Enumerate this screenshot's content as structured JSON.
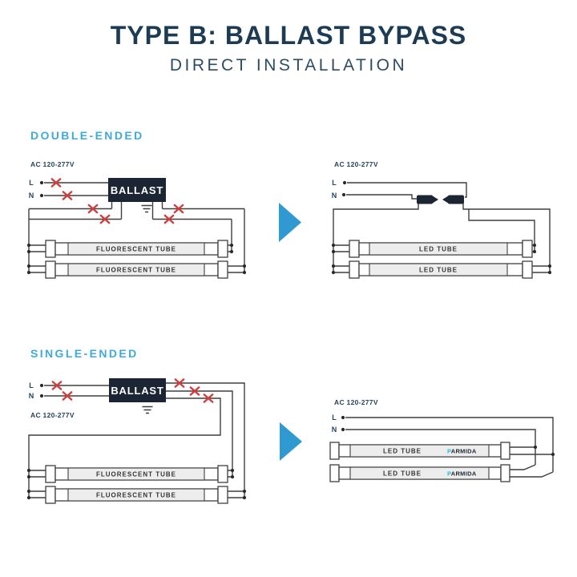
{
  "header": {
    "title": "TYPE B: BALLAST BYPASS",
    "subtitle": "DIRECT INSTALLATION"
  },
  "sections": {
    "double_ended": {
      "label": "DOUBLE-ENDED"
    },
    "single_ended": {
      "label": "SINGLE-ENDED"
    }
  },
  "labels": {
    "ac_voltage": "AC 120-277V",
    "line": "L",
    "neutral": "N",
    "ballast": "BALLAST",
    "fluorescent_tube": "FLUORESCENT TUBE",
    "led_tube": "LED TUBE",
    "brand_p": "P",
    "brand_rest": "ARMIDA"
  },
  "colors": {
    "title_navy": "#1d3c53",
    "section_blue": "#3fa9dc",
    "arrow_blue": "#2f9ad2",
    "ballast_navy": "#1b2534",
    "wire_gray": "#3f3f3f",
    "cut_red": "#d43d3d",
    "brand_cyan": "#29b8d8",
    "tube_label_fill": "#ededed"
  }
}
